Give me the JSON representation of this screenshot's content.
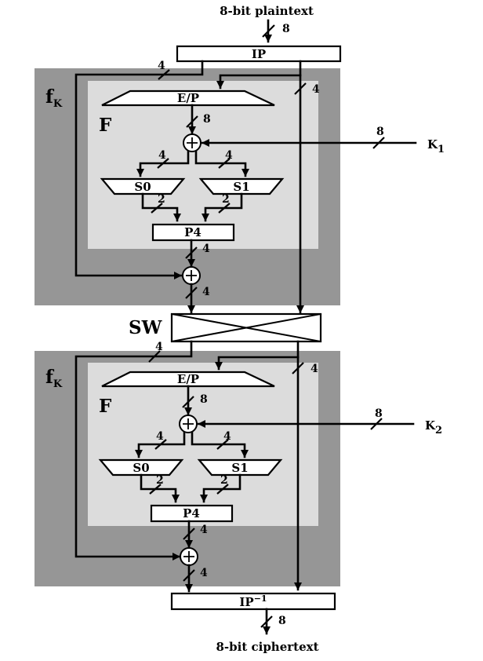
{
  "labels": {
    "plaintext": "8-bit plaintext",
    "ciphertext": "8-bit ciphertext",
    "ip": "IP",
    "ip_inv_base": "IP",
    "ip_inv_sup": "−1",
    "sw": "SW",
    "fk_main": "f",
    "fk_sub": "K",
    "f": "F",
    "ep": "E/P",
    "s0": "S0",
    "s1": "S1",
    "p4": "P4",
    "key_main": "K",
    "round1_key_sub": "1",
    "round2_key_sub": "2",
    "xor_glyph": "+"
  },
  "bit_widths": {
    "eight": "8",
    "four": "4",
    "two": "2"
  }
}
